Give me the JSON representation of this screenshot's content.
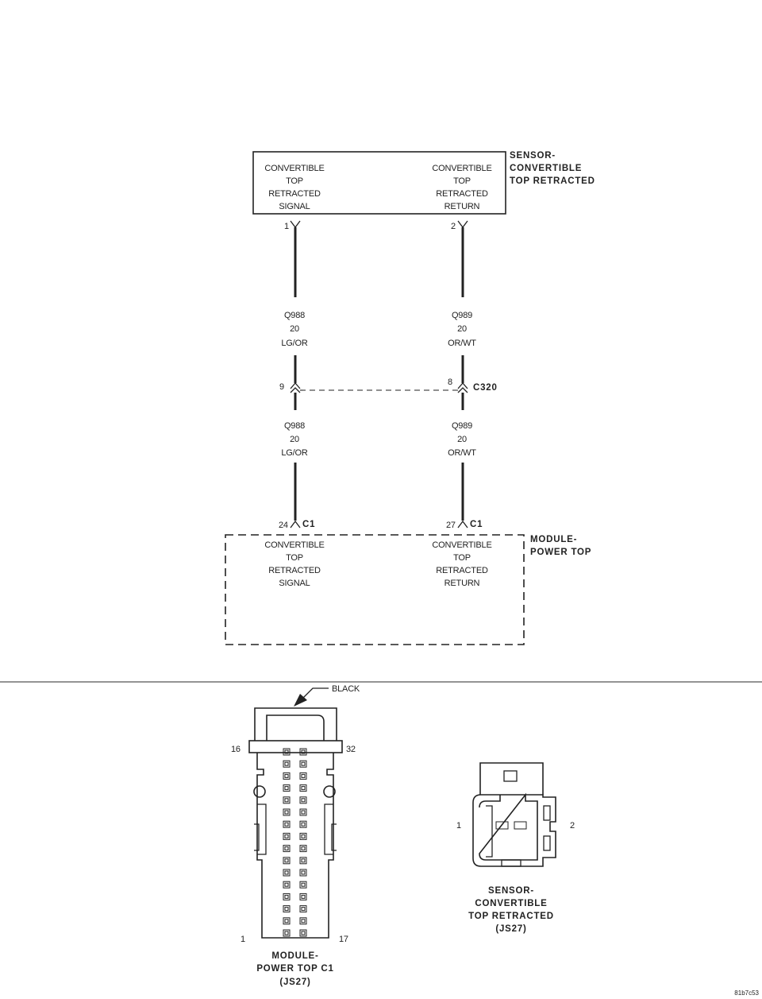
{
  "sensor": {
    "title": [
      "SENSOR-",
      "CONVERTIBLE",
      "TOP RETRACTED"
    ],
    "left_label": [
      "CONVERTIBLE",
      "TOP",
      "RETRACTED",
      "SIGNAL"
    ],
    "right_label": [
      "CONVERTIBLE",
      "TOP",
      "RETRACTED",
      "RETURN"
    ],
    "pin_left": "1",
    "pin_right": "2"
  },
  "wires_upper": {
    "left": [
      "Q988",
      "20",
      "LG/OR"
    ],
    "right": [
      "Q989",
      "20",
      "OR/WT"
    ]
  },
  "inline_connector": {
    "name": "C320",
    "pin_left": "9",
    "pin_right": "8"
  },
  "wires_lower": {
    "left": [
      "Q988",
      "20",
      "LG/OR"
    ],
    "right": [
      "Q989",
      "20",
      "OR/WT"
    ]
  },
  "module": {
    "title": [
      "MODULE-",
      "POWER TOP"
    ],
    "pin_left": "24",
    "pin_right": "27",
    "connector": "C1",
    "left_label": [
      "CONVERTIBLE",
      "TOP",
      "RETRACTED",
      "SIGNAL"
    ],
    "right_label": [
      "CONVERTIBLE",
      "TOP",
      "RETRACTED",
      "RETURN"
    ]
  },
  "module_connector_view": {
    "color_label": "BLACK",
    "pin_top_left": "16",
    "pin_top_right": "32",
    "pin_bottom_left": "1",
    "pin_bottom_right": "17",
    "caption": [
      "MODULE-",
      "POWER TOP C1",
      "(JS27)"
    ]
  },
  "sensor_connector_view": {
    "pin_left": "1",
    "pin_right": "2",
    "caption": [
      "SENSOR-",
      "CONVERTIBLE",
      "TOP RETRACTED",
      "(JS27)"
    ]
  },
  "figure_id": "81b7c53"
}
